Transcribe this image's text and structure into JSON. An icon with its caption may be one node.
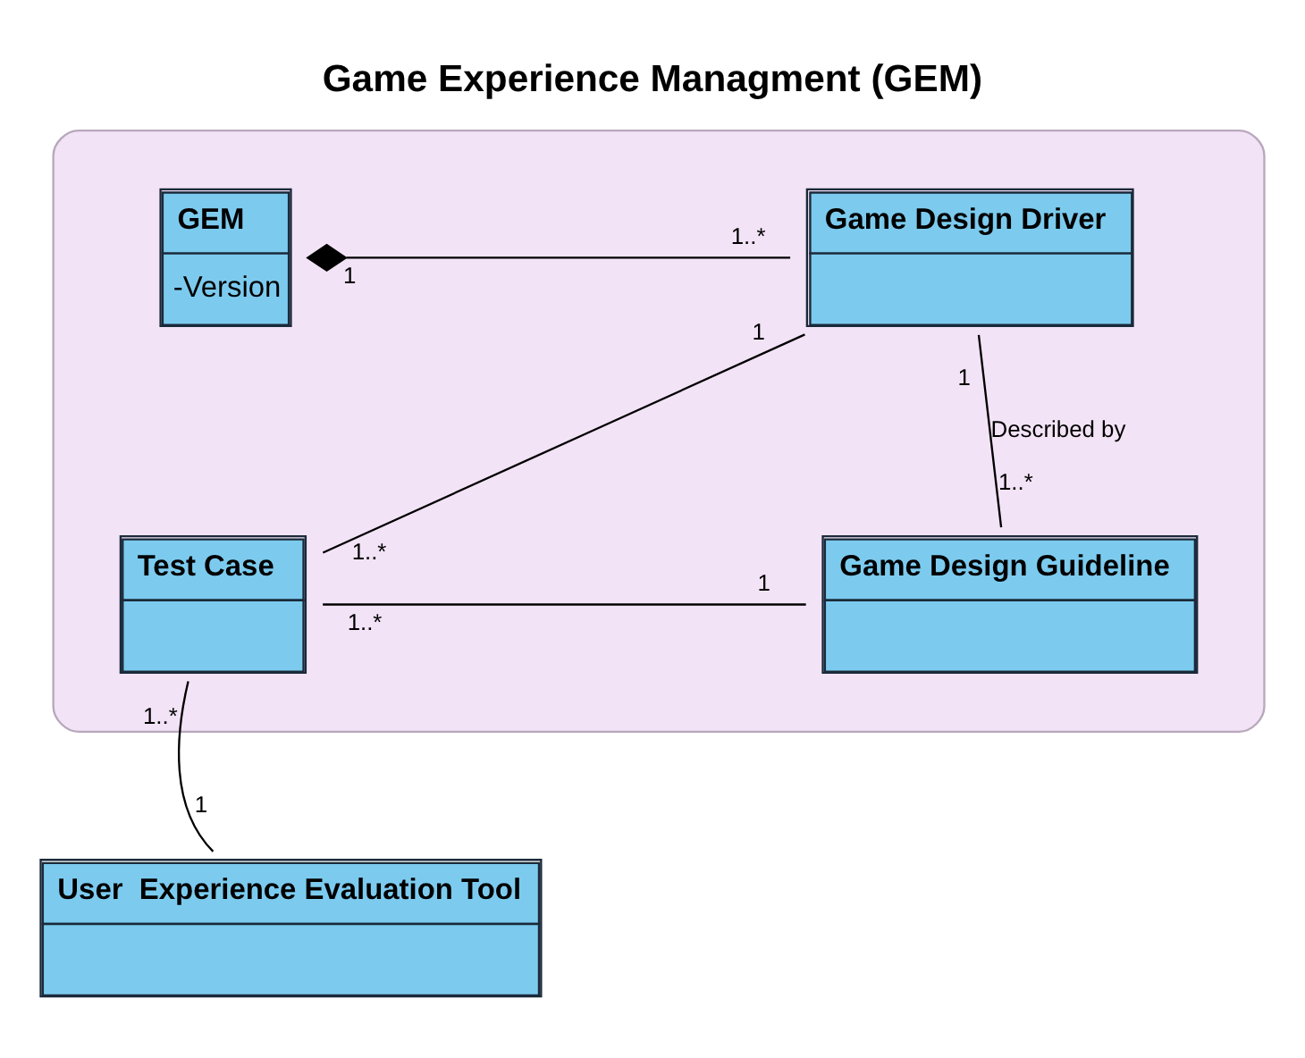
{
  "diagram": {
    "title": "Game Experience Managment (GEM)",
    "nodes": [
      {
        "text": [],
        "shape": "box"
      },
      {
        "text": [
          "GEM",
          "-Version"
        ],
        "in": 0
      },
      {
        "text": [
          "Game Design Driver"
        ],
        "in": 0
      },
      {
        "text": [
          "Test Case"
        ],
        "in": 0
      },
      {
        "text": [
          "Game Design Guideline"
        ],
        "in": 0
      },
      {
        "text": [
          "User  Experience Evaluation Tool"
        ]
      }
    ],
    "edges": [
      {
        "from": 1,
        "to": 2,
        "arrow": "other"
      },
      {
        "from": 2,
        "to": 3,
        "arrow": "none"
      },
      {
        "from": 2,
        "to": 4,
        "arrow": "none",
        "label": "Described by"
      },
      {
        "from": 3,
        "to": 4,
        "arrow": "none"
      },
      {
        "from": 3,
        "to": 5,
        "arrow": "none"
      }
    ],
    "labels": [
      "1",
      "1..*",
      "1",
      "1",
      "1..*",
      "1..*",
      "1..*",
      "1",
      "1..*",
      "1"
    ]
  }
}
